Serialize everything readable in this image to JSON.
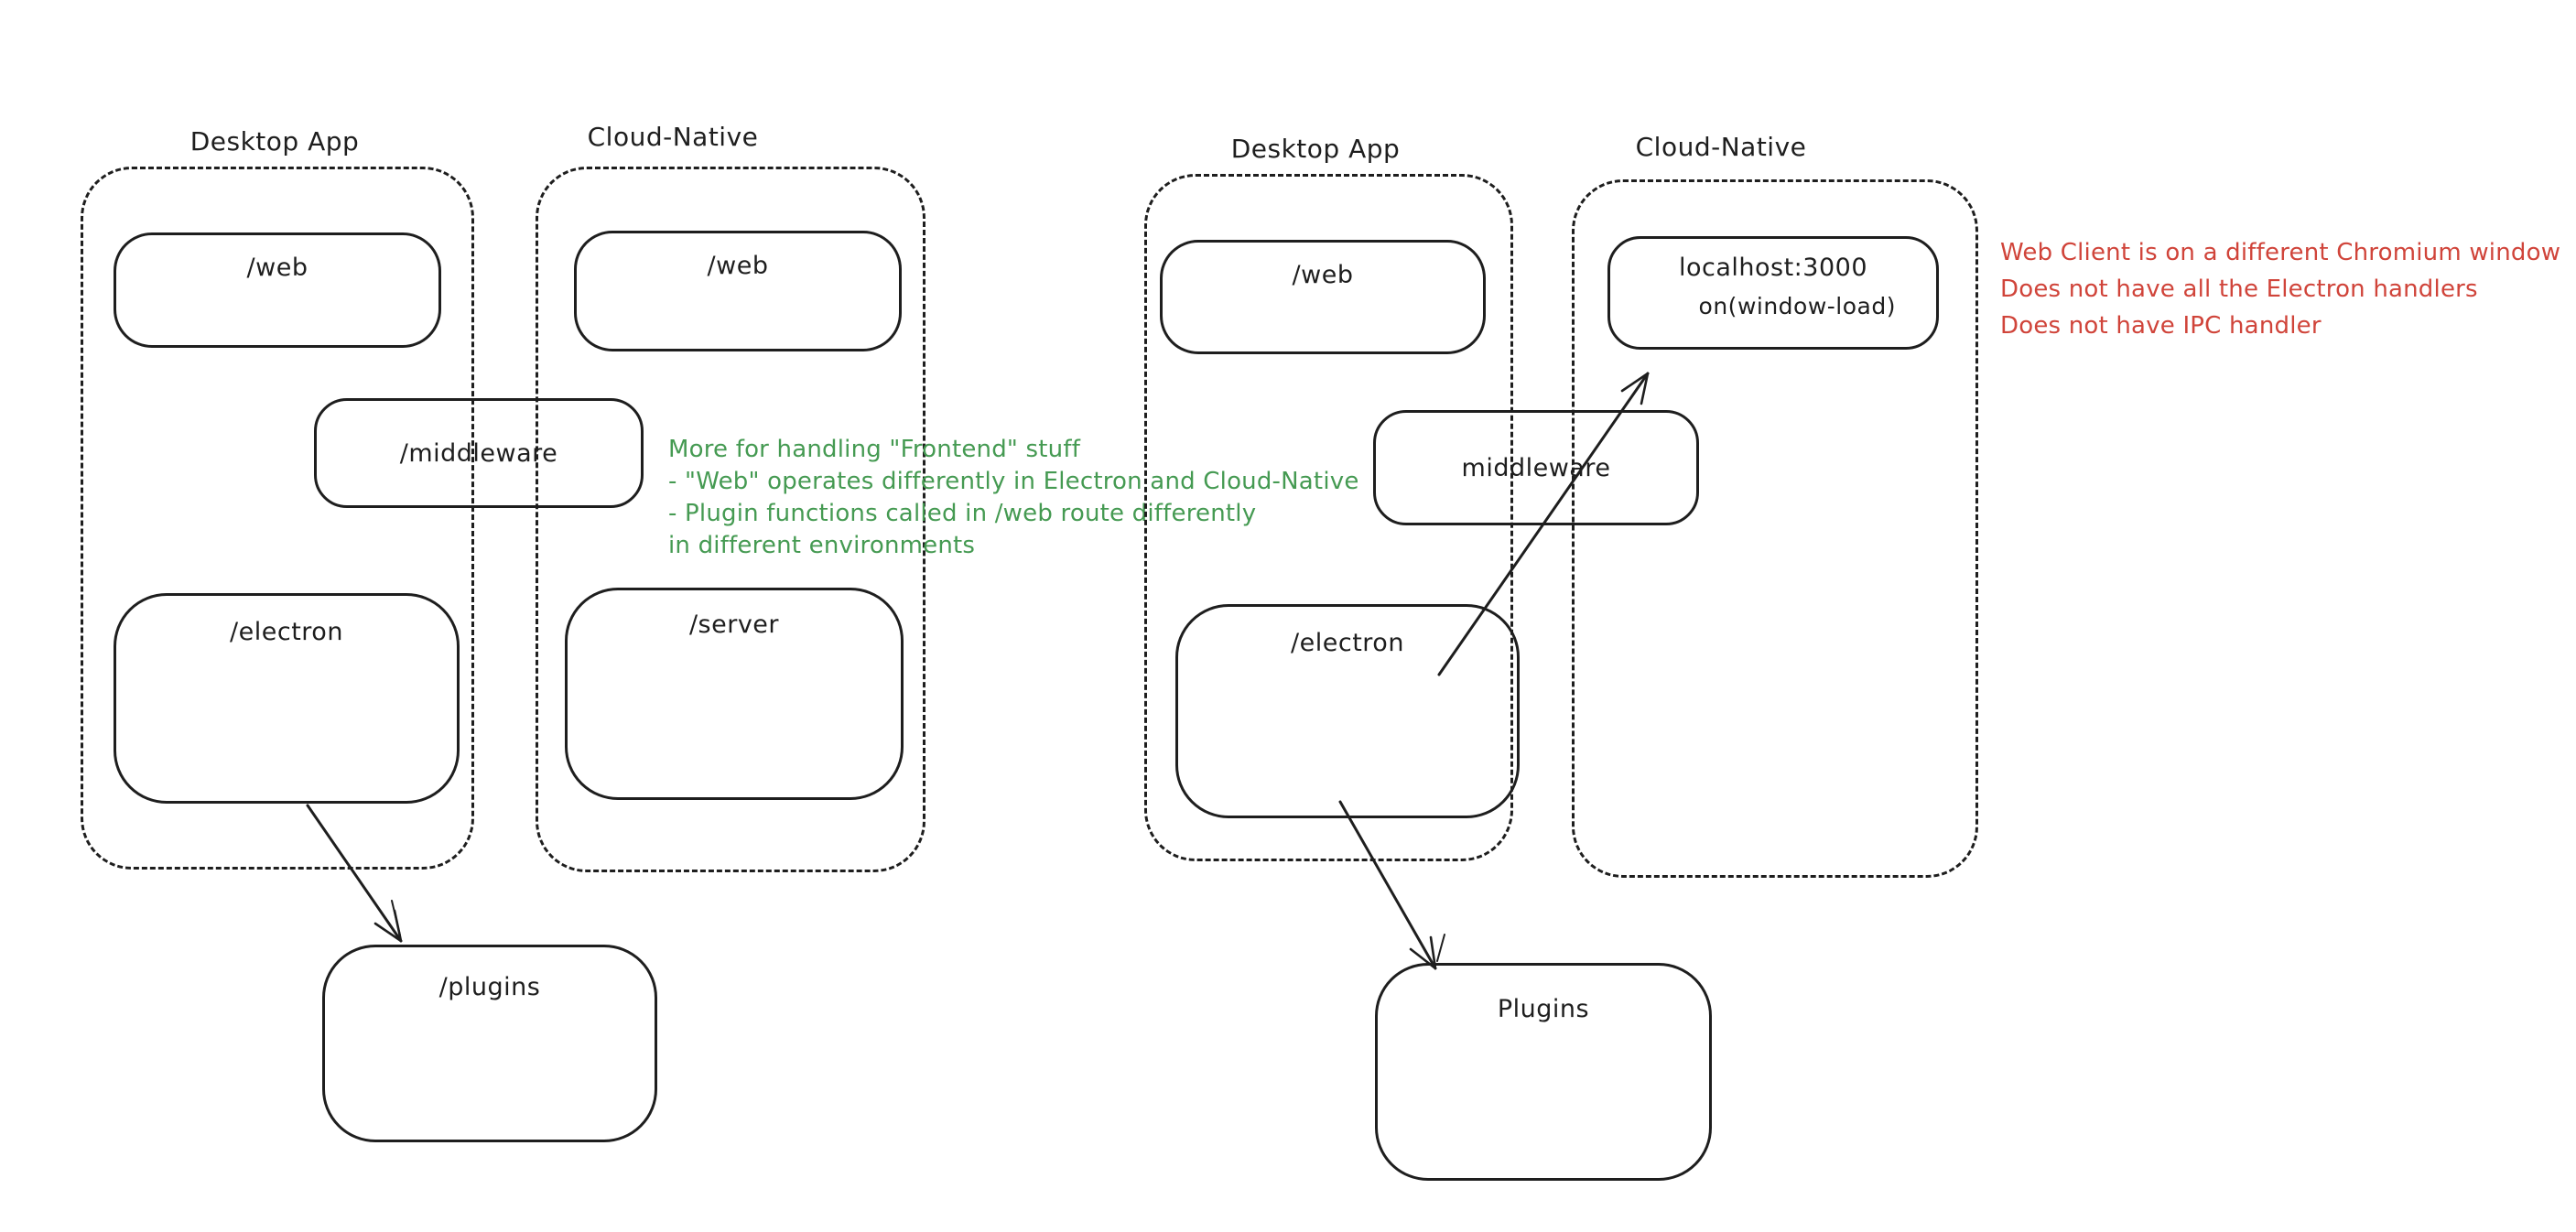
{
  "colors": {
    "ink": "#1e1e1e",
    "green_note": "#459a52",
    "red_note": "#d0443a",
    "background": "#ffffff"
  },
  "left": {
    "desktop_title": "Desktop App",
    "cloud_title": "Cloud-Native",
    "web_desktop": "/web",
    "web_cloud": "/web",
    "middleware": "/middleware",
    "electron": "/electron",
    "server": "/server",
    "plugins": "/plugins",
    "green_note_lines": [
      "More for handling \"Frontend\" stuff",
      "- \"Web\" operates differently in Electron and Cloud-Native",
      "- Plugin functions called in /web route differently",
      "in different environments"
    ]
  },
  "right": {
    "desktop_title": "Desktop App",
    "cloud_title": "Cloud-Native",
    "web_desktop": "/web",
    "localhost": "localhost:3000",
    "on_window_load": "on(window-load)",
    "middleware": "middleware",
    "electron": "/electron",
    "plugins": "Plugins",
    "red_note_lines": [
      "Web Client is on a different Chromium window",
      "Does not have all the Electron handlers",
      "Does not have IPC handler"
    ]
  }
}
